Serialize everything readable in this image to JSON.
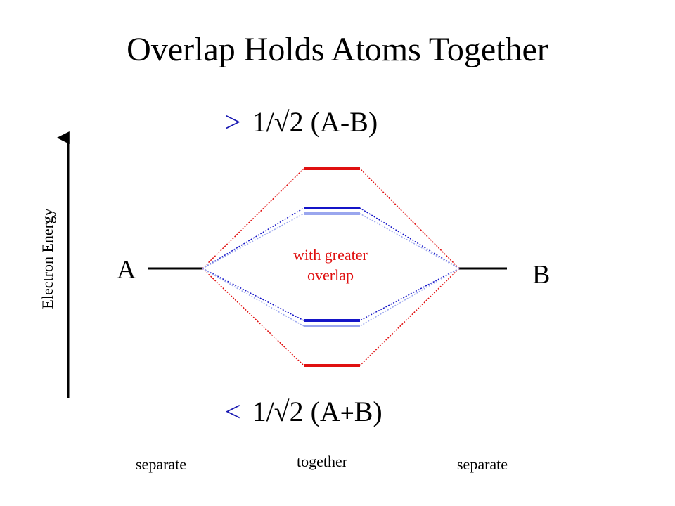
{
  "title": "Overlap Holds Atoms Together",
  "axis": {
    "label": "Electron Energy"
  },
  "atoms": {
    "left": "A",
    "right": "B"
  },
  "orbitals": {
    "antibonding": {
      "symbol": ">",
      "prefix": "1/√2 (A",
      "operator": "-",
      "suffix": "B)"
    },
    "bonding": {
      "symbol": "<",
      "prefix": "1/√2 (A",
      "operator": "+",
      "suffix": "B)"
    }
  },
  "annotation": {
    "line1": "with greater",
    "line2": "overlap"
  },
  "states": {
    "left": "separate",
    "middle": "together",
    "right": "separate"
  },
  "colors": {
    "text": "#000000",
    "greater_overlap": "#e01010",
    "normal_overlap": "#1414c8",
    "light_overlap": "#9aa6ee",
    "symbol": "#1a1ab3"
  }
}
